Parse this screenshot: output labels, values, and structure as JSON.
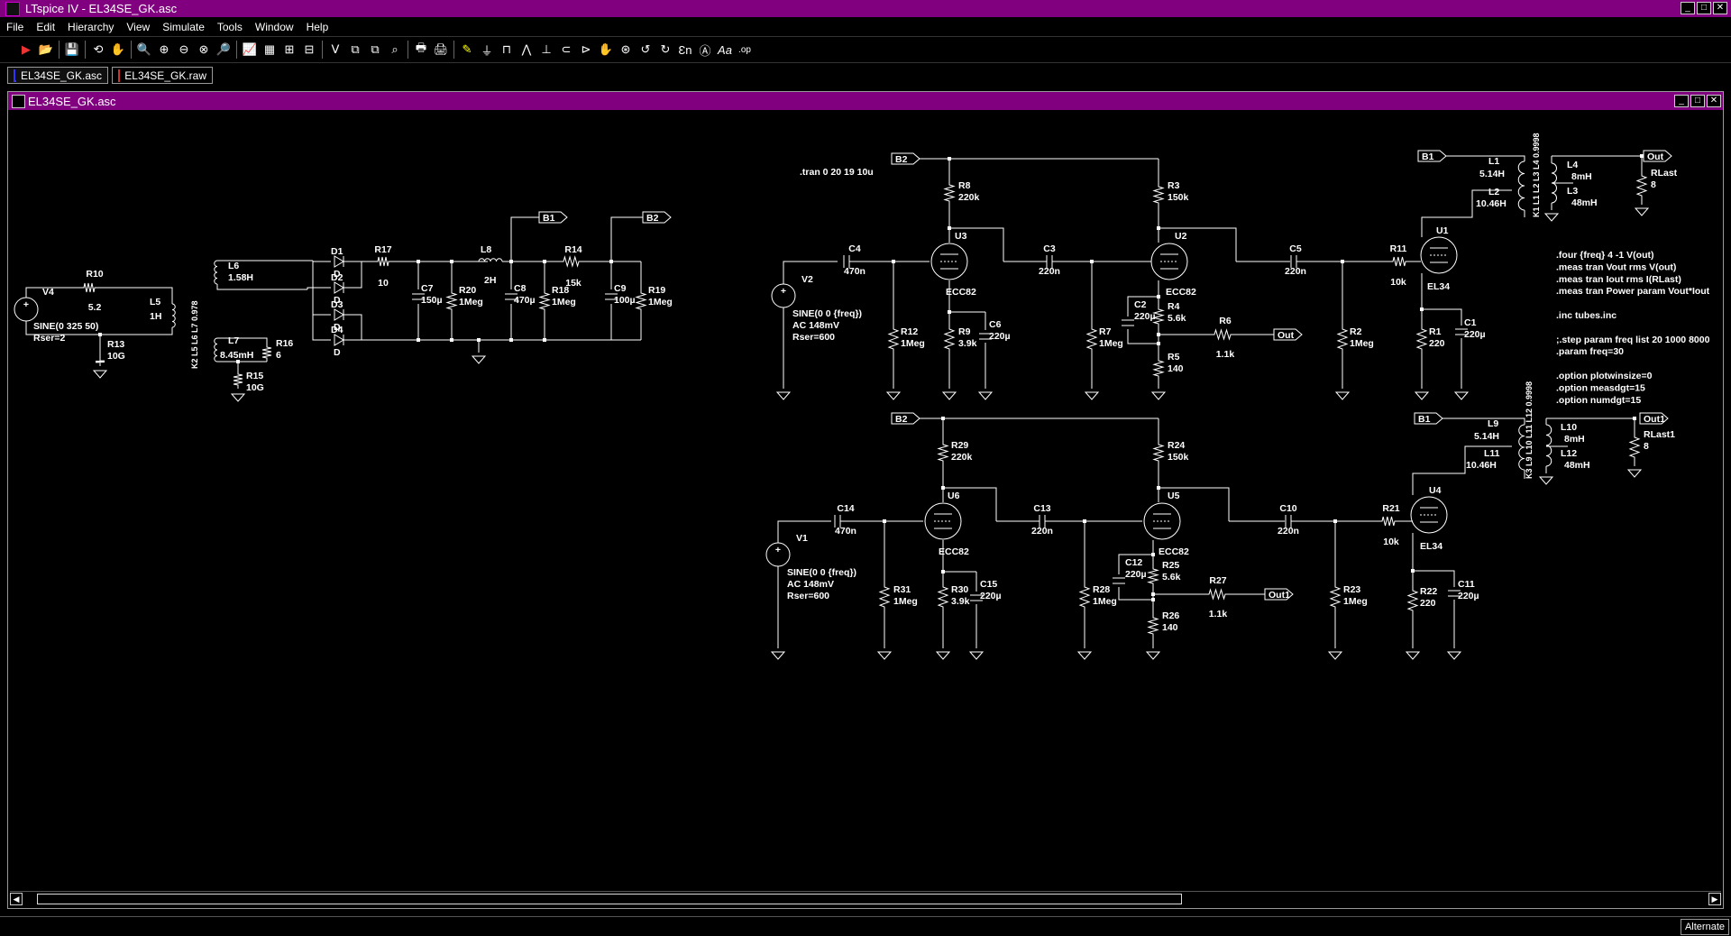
{
  "window": {
    "title": "LTspice IV - EL34SE_GK.asc",
    "btn_min": "_",
    "btn_max": "□",
    "btn_close": "✕"
  },
  "menu": [
    "File",
    "Edit",
    "Hierarchy",
    "View",
    "Simulate",
    "Tools",
    "Window",
    "Help"
  ],
  "toolbar": [
    "▶",
    "📂",
    "💾",
    "⟲",
    "✋",
    "🔍",
    "⊕",
    "⊖",
    "⊗",
    "🔎",
    "📈",
    "▦",
    "⊞",
    "⊟",
    "ᐯ",
    "⧉",
    "⧉",
    "⌕",
    "🖶",
    "🖨",
    "✎",
    "⏚",
    "⊓",
    "⋀",
    "⊥",
    "⊂",
    "⊳",
    "✋",
    "⊛",
    "↺",
    "↻",
    "Ɛn",
    "Ⓐ",
    "Aa",
    ".op"
  ],
  "tabs": [
    {
      "label": "EL34SE_GK.asc"
    },
    {
      "label": "EL34SE_GK.raw"
    }
  ],
  "document": {
    "title": "EL34SE_GK.asc"
  },
  "status": {
    "mode": "Alternate"
  },
  "schematic": {
    "directives_top": ".tran 0 20 19 10u",
    "directives_right": [
      ".four {freq} 4 -1 V(out)",
      ".meas tran Vout rms V(out)",
      ".meas tran Iout rms I(RLast)",
      ".meas tran Power param Vout*Iout",
      "",
      ".inc tubes.inc",
      "",
      ";.step param freq list 20 1000 8000",
      ".param freq=30",
      "",
      ".option plotwinsize=0",
      ".option measdgt=15",
      ".option numdgt=15"
    ],
    "coupling_top": "K1 L1 L2 L3 L4 0.9998",
    "coupling_bottom": "K3 L9 L10 L11 L12 0.9998",
    "coupling_ps": "K2 L5 L6 L7 0.978",
    "nets": {
      "b1": "B1",
      "b2": "B2",
      "out": "Out",
      "out1": "Out1"
    },
    "parts": {
      "R10": [
        "R10",
        "5.2"
      ],
      "L5": [
        "L5",
        "1H"
      ],
      "V4": [
        "V4"
      ],
      "V4v": [
        "SINE(0 325 50)",
        "Rser=2"
      ],
      "R13": [
        "R13",
        "10G"
      ],
      "L6": [
        "L6",
        "1.58H"
      ],
      "L7": [
        "L7",
        "8.45mH"
      ],
      "R16": [
        "R16",
        "6"
      ],
      "R15": [
        "R15",
        "10G"
      ],
      "D1": [
        "D1",
        "D"
      ],
      "D2": [
        "D2",
        "D"
      ],
      "D3": [
        "D3",
        "D"
      ],
      "D4": [
        "D4",
        "D"
      ],
      "R17": [
        "R17",
        "10"
      ],
      "L8": [
        "L8",
        "2H"
      ],
      "C7": [
        "C7",
        "150µ"
      ],
      "R20": [
        "R20",
        "1Meg"
      ],
      "C8": [
        "C8",
        "470µ"
      ],
      "R18": [
        "R18",
        "1Meg"
      ],
      "R14": [
        "R14",
        "15k"
      ],
      "C9": [
        "C9",
        "100µ"
      ],
      "R19": [
        "R19",
        "1Meg"
      ],
      "V2": [
        "V2"
      ],
      "V2v": [
        "SINE(0 0 {freq})",
        "AC 148mV",
        "Rser=600"
      ],
      "C4": [
        "C4",
        "470n"
      ],
      "R12": [
        "R12",
        "1Meg"
      ],
      "U3": [
        "U3",
        "ECC82"
      ],
      "R8": [
        "R8",
        "220k"
      ],
      "R9": [
        "R9",
        "3.9k"
      ],
      "C6": [
        "C6",
        "220µ"
      ],
      "C3": [
        "C3",
        "220n"
      ],
      "R7": [
        "R7",
        "1Meg"
      ],
      "U2": [
        "U2",
        "ECC82"
      ],
      "R3": [
        "R3",
        "150k"
      ],
      "C2": [
        "C2",
        "220µ"
      ],
      "R4": [
        "R4",
        "5.6k"
      ],
      "R5": [
        "R5",
        "140"
      ],
      "R6": [
        "R6",
        "1.1k"
      ],
      "C5": [
        "C5",
        "220n"
      ],
      "R2": [
        "R2",
        "1Meg"
      ],
      "R11": [
        "R11",
        "10k"
      ],
      "U1": [
        "U1",
        "EL34"
      ],
      "R1": [
        "R1",
        "220"
      ],
      "C1": [
        "C1",
        "220µ"
      ],
      "L1": [
        "L1",
        "5.14H"
      ],
      "L2": [
        "L2",
        "10.46H"
      ],
      "L4": [
        "L4",
        "8mH"
      ],
      "L3": [
        "L3",
        "48mH"
      ],
      "RLast": [
        "RLast",
        "8"
      ],
      "V1": [
        "V1"
      ],
      "V1v": [
        "SINE(0 0 {freq})",
        "AC 148mV",
        "Rser=600"
      ],
      "C14": [
        "C14",
        "470n"
      ],
      "R31": [
        "R31",
        "1Meg"
      ],
      "U6": [
        "U6",
        "ECC82"
      ],
      "R29": [
        "R29",
        "220k"
      ],
      "R30": [
        "R30",
        "3.9k"
      ],
      "C15": [
        "C15",
        "220µ"
      ],
      "C13": [
        "C13",
        "220n"
      ],
      "R28": [
        "R28",
        "1Meg"
      ],
      "U5": [
        "U5",
        "ECC82"
      ],
      "R24": [
        "R24",
        "150k"
      ],
      "C12": [
        "C12",
        "220µ"
      ],
      "R25": [
        "R25",
        "5.6k"
      ],
      "R26": [
        "R26",
        "140"
      ],
      "R27": [
        "R27",
        "1.1k"
      ],
      "C10": [
        "C10",
        "220n"
      ],
      "R23": [
        "R23",
        "1Meg"
      ],
      "R21": [
        "R21",
        "10k"
      ],
      "U4": [
        "U4",
        "EL34"
      ],
      "R22": [
        "R22",
        "220"
      ],
      "C11": [
        "C11",
        "220µ"
      ],
      "L9": [
        "L9",
        "5.14H"
      ],
      "L11": [
        "L11",
        "10.46H"
      ],
      "L10": [
        "L10",
        "8mH"
      ],
      "L12": [
        "L12",
        "48mH"
      ],
      "RLast1": [
        "RLast1",
        "8"
      ]
    }
  }
}
